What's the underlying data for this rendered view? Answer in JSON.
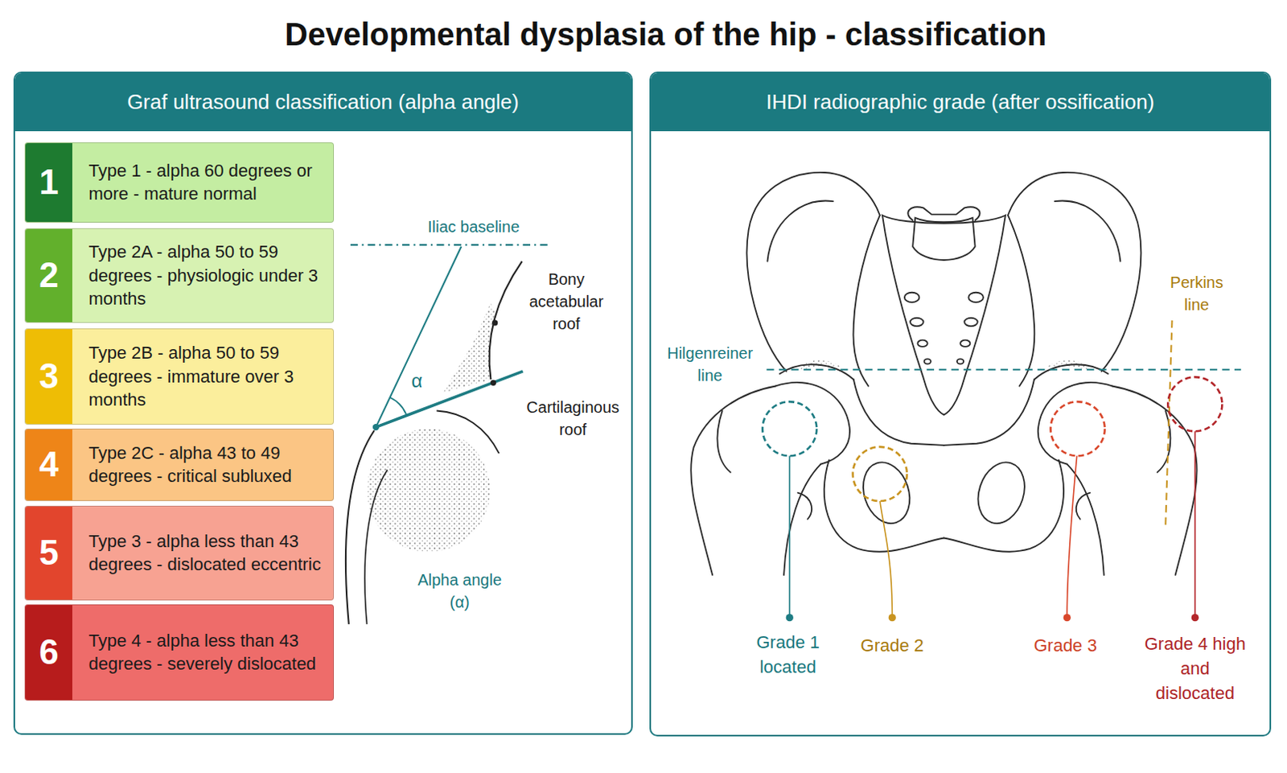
{
  "diagram": {
    "title": "Developmental dysplasia of the hip - classification",
    "nodes": [
      {
        "text": [
          "Graf ultrasound classification (alpha angle)"
        ]
      },
      {
        "text": [
          "1",
          "Type 1 - alpha 60 degrees or more - mature normal"
        ],
        "in": 0
      },
      {
        "text": [
          "2",
          "Type 2A - alpha 50 to 59 degrees - physiologic under 3 months"
        ],
        "in": 0
      },
      {
        "text": [
          "3",
          "Type 2B - alpha 50 to 59 degrees - immature over 3 months"
        ],
        "in": 0
      },
      {
        "text": [
          "4",
          "Type 2C - alpha 43 to 49 degrees - critical subluxed"
        ],
        "in": 0
      },
      {
        "text": [
          "5",
          "Type 3 - alpha less than 43 degrees - dislocated eccentric"
        ],
        "in": 0
      },
      {
        "text": [
          "6",
          "Type 4 - alpha less than 43 degrees - severely dislocated"
        ],
        "in": 0
      },
      {
        "text": [
          "IHDI radiographic grade (after ossification)"
        ]
      }
    ],
    "labels": [
      "Iliac baseline",
      "α",
      "Bony acetabular roof",
      "Cartilaginous roof",
      "Alpha angle (α)",
      "Hilgenreiner line",
      "Perkins line",
      "Grade 1 located",
      "Grade 2",
      "Grade 3",
      "Grade 4 high and dislocated"
    ]
  }
}
